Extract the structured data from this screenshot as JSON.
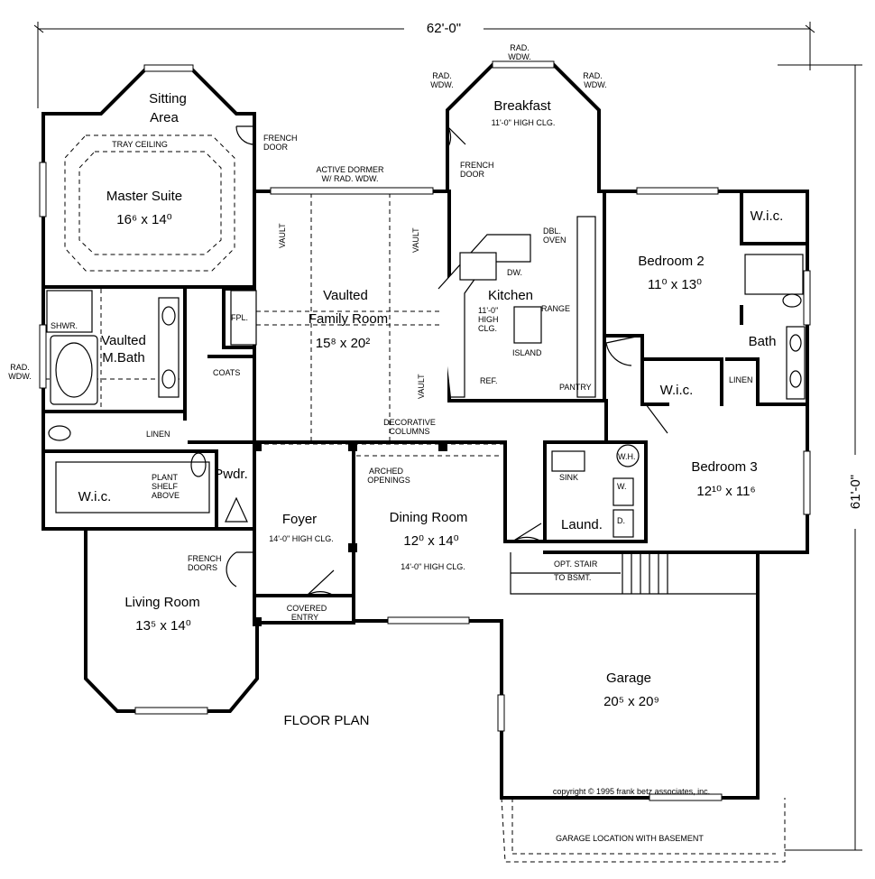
{
  "overall_width": "62'-0\"",
  "overall_depth": "61'-0\"",
  "plan_title": "FLOOR PLAN",
  "copyright": "copyright © 1995 frank betz associates, inc.",
  "rooms": {
    "sitting": {
      "name1": "Sitting",
      "name2": "Area"
    },
    "master": {
      "name": "Master Suite",
      "dims": "16⁶ x 14⁰",
      "note": "TRAY CEILING"
    },
    "mbath": {
      "name1": "Vaulted",
      "name2": "M.Bath"
    },
    "family": {
      "name1": "Vaulted",
      "name2": "Family Room",
      "dims": "15⁸ x 20²"
    },
    "breakfast": {
      "name": "Breakfast",
      "note": "11'-0\" HIGH CLG."
    },
    "kitchen": {
      "name": "Kitchen",
      "n1": "11'-0\"",
      "n2": "HIGH",
      "n3": "CLG."
    },
    "bed2": {
      "name": "Bedroom 2",
      "dims": "11⁰ x 13⁰"
    },
    "bed3": {
      "name": "Bedroom 3",
      "dims": "12¹⁰ x 11⁶"
    },
    "bath": {
      "name": "Bath"
    },
    "foyer": {
      "name": "Foyer",
      "note": "14'-0\" HIGH CLG."
    },
    "dining": {
      "name": "Dining Room",
      "dims": "12⁰ x 14⁰",
      "note": "14'-0\" HIGH CLG."
    },
    "living": {
      "name": "Living Room",
      "dims": "13⁵ x 14⁰"
    },
    "garage": {
      "name": "Garage",
      "dims": "20⁵ x 20⁹",
      "note": "GARAGE LOCATION WITH BASEMENT"
    },
    "powder": {
      "name": "Pwdr."
    },
    "laundry": {
      "name": "Laund."
    },
    "wic_master": {
      "name": "W.i.c."
    },
    "wic_bed2": {
      "name": "W.i.c."
    },
    "wic_bed3": {
      "name": "W.i.c."
    }
  },
  "labels": {
    "french_door_1a": "FRENCH",
    "french_door_1b": "DOOR",
    "french_door_2a": "FRENCH",
    "french_door_2b": "DOOR",
    "french_doors_a": "FRENCH",
    "french_doors_b": "DOORS",
    "dormer_a": "ACTIVE DORMER",
    "dormer_b": "W/ RAD. WDW.",
    "rad_a": "RAD.",
    "rad_b": "WDW.",
    "vault": "VAULT",
    "fpl": "FPL.",
    "coats": "COATS",
    "linen": "LINEN",
    "shwr": "SHWR.",
    "plant_a": "PLANT",
    "plant_b": "SHELF",
    "plant_c": "ABOVE",
    "dbl_oven_a": "DBL.",
    "dbl_oven_b": "OVEN",
    "dw": "DW.",
    "range": "RANGE",
    "island": "ISLAND",
    "ref": "REF.",
    "pantry": "PANTRY",
    "deco_a": "DECORATIVE",
    "deco_b": "COLUMNS",
    "arched_a": "ARCHED",
    "arched_b": "OPENINGS",
    "wh": "W.H.",
    "sink": "SINK",
    "washer": "W.",
    "dryer": "D.",
    "stair_a": "OPT. STAIR",
    "stair_b": "TO BSMT.",
    "covered_a": "COVERED",
    "covered_b": "ENTRY"
  }
}
